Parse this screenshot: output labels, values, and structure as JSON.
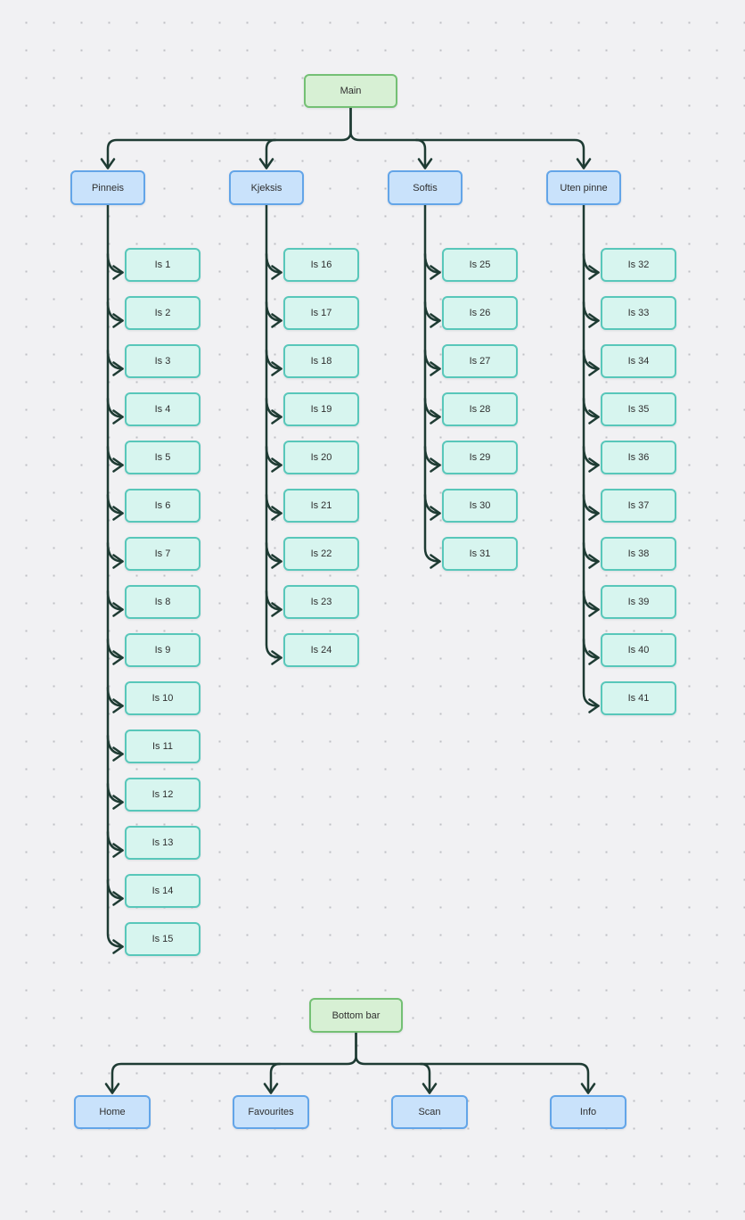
{
  "diagram": {
    "colors": {
      "background": "#f1f1f3",
      "dot": "#bfc0c4",
      "connector": "#1e3b33",
      "text": "#2f2f2f",
      "root_fill": "#d7f0d4",
      "root_border": "#74c074",
      "branch_fill": "#c9e2fb",
      "branch_border": "#63a5e8",
      "leaf_fill": "#d7f5ef",
      "leaf_border": "#58c7ba"
    },
    "trees": [
      {
        "name": "main-navigation",
        "root": "Main",
        "branches": [
          {
            "label": "Pinneis",
            "children": [
              "Is 1",
              "Is 2",
              "Is 3",
              "Is 4",
              "Is 5",
              "Is 6",
              "Is 7",
              "Is 8",
              "Is 9",
              "Is 10",
              "Is 11",
              "Is 12",
              "Is 13",
              "Is 14",
              "Is 15"
            ]
          },
          {
            "label": "Kjeksis",
            "children": [
              "Is 16",
              "Is 17",
              "Is 18",
              "Is 19",
              "Is 20",
              "Is 21",
              "Is 22",
              "Is 23",
              "Is 24"
            ]
          },
          {
            "label": "Softis",
            "children": [
              "Is 25",
              "Is 26",
              "Is 27",
              "Is 28",
              "Is 29",
              "Is 30",
              "Is 31"
            ]
          },
          {
            "label": "Uten pinne",
            "children": [
              "Is 32",
              "Is 33",
              "Is 34",
              "Is 35",
              "Is 36",
              "Is 37",
              "Is 38",
              "Is 39",
              "Is 40",
              "Is 41"
            ]
          }
        ]
      },
      {
        "name": "bottom-bar",
        "root": "Bottom bar",
        "branches": [
          {
            "label": "Home",
            "children": []
          },
          {
            "label": "Favourites",
            "children": []
          },
          {
            "label": "Scan",
            "children": []
          },
          {
            "label": "Info",
            "children": []
          }
        ]
      }
    ]
  }
}
